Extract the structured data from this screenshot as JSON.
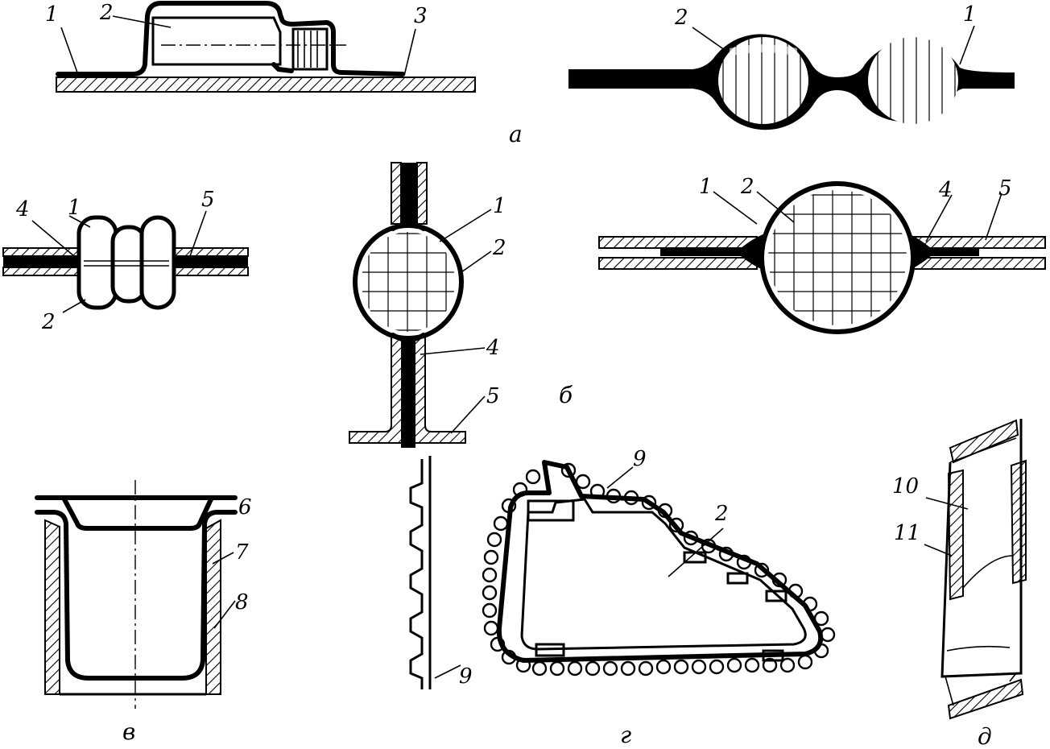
{
  "panels": {
    "a": {
      "caption": "а",
      "left_labels": [
        "1",
        "2",
        "3"
      ],
      "right_labels": [
        "2",
        "1"
      ]
    },
    "b": {
      "caption": "б",
      "left_labels": [
        "4",
        "1",
        "5",
        "2"
      ],
      "center_labels": [
        "1",
        "2",
        "4",
        "5"
      ],
      "right_labels": [
        "1",
        "2",
        "4",
        "5"
      ]
    },
    "v": {
      "caption": "в",
      "labels": [
        "6",
        "7",
        "8"
      ]
    },
    "g": {
      "caption": "г",
      "labels": [
        "9",
        "9",
        "2"
      ]
    },
    "d": {
      "caption": "д",
      "labels": [
        "10",
        "11"
      ]
    }
  }
}
